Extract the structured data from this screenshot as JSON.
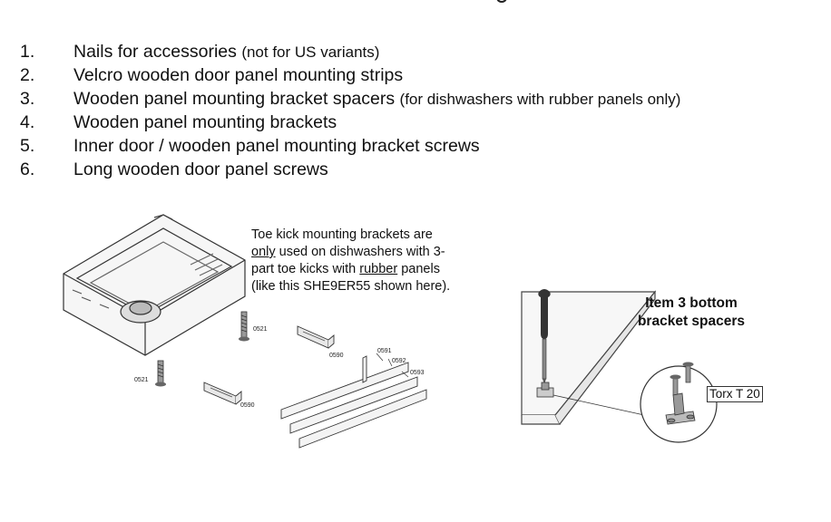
{
  "parts": [
    {
      "num": "1.",
      "text": "Nails for accessories",
      "note": "(not for US variants)"
    },
    {
      "num": "2.",
      "text": "Velcro wooden door panel mounting strips",
      "note": ""
    },
    {
      "num": "3.",
      "text": "Wooden panel mounting bracket spacers",
      "note": "(for dishwashers with rubber panels only)"
    },
    {
      "num": "4.",
      "text": "Wooden panel mounting brackets",
      "note": ""
    },
    {
      "num": "5.",
      "text": "Inner door / wooden panel mounting bracket screws",
      "note": ""
    },
    {
      "num": "6.",
      "text": "Long wooden door panel screws",
      "note": ""
    }
  ],
  "toe_kick_note": {
    "line1": "Toe kick mounting brackets are",
    "only": "only",
    "line2": "used on dishwashers with 3-",
    "line3a": "part toe kicks with",
    "rubber": "rubber",
    "line3b": "panels",
    "line4": "(like this SHE9ER55 shown here)."
  },
  "part_labels": {
    "screw_left": "0521",
    "screw_center": "0521",
    "bracket_left": "0590",
    "bracket_top": "0590",
    "panel_a": "0591",
    "panel_b": "0592",
    "panel_c": "0593"
  },
  "spacer_callout": {
    "line1": "Item 3 bottom",
    "line2": "bracket spacers"
  },
  "tool_label": "Torx T 20",
  "icons": [
    "screwdriver-icon",
    "screw-icon",
    "bracket-icon"
  ]
}
